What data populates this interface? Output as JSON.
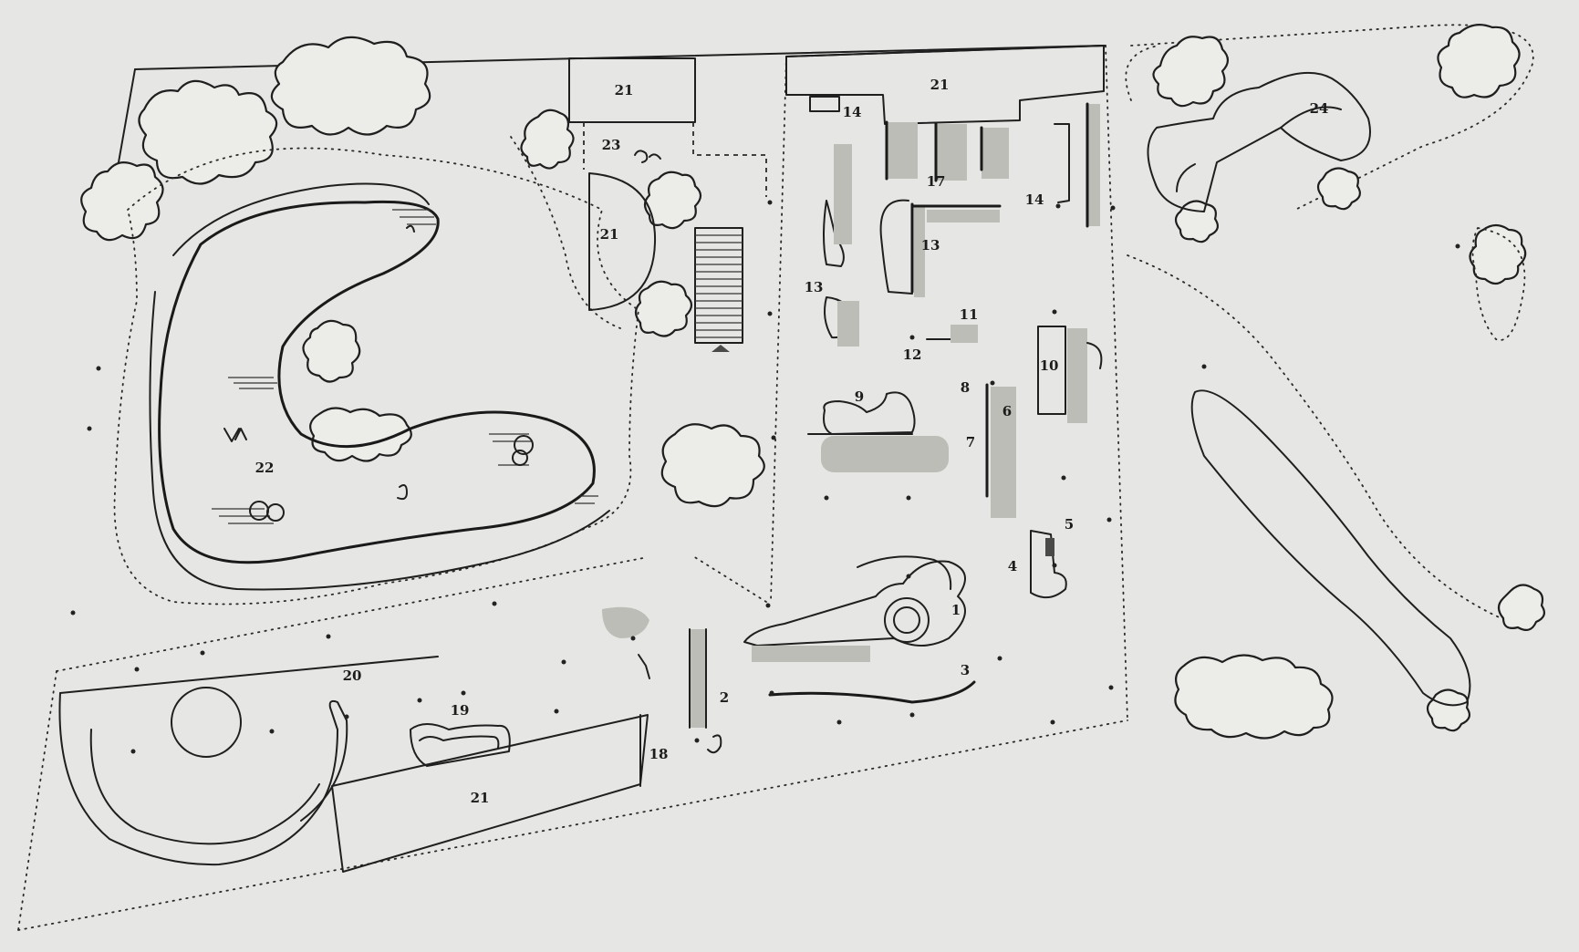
{
  "labels": {
    "l1": "1",
    "l2": "2",
    "l3": "3",
    "l4": "4",
    "l5": "5",
    "l6": "6",
    "l7": "7",
    "l8": "8",
    "l9": "9",
    "l10": "10",
    "l11": "11",
    "l12": "12",
    "l13a": "13",
    "l13b": "13",
    "l14a": "14",
    "l14b": "14",
    "l17": "17",
    "l18": "18",
    "l19": "19",
    "l20": "20",
    "l21a": "21",
    "l21b": "21",
    "l21c": "21",
    "l21d": "21",
    "l22": "22",
    "l23": "23",
    "l24": "24"
  },
  "colors": {
    "paper": "#e6e6e4",
    "ink": "#1f1f1f",
    "stipple": "#bdbdb8"
  }
}
